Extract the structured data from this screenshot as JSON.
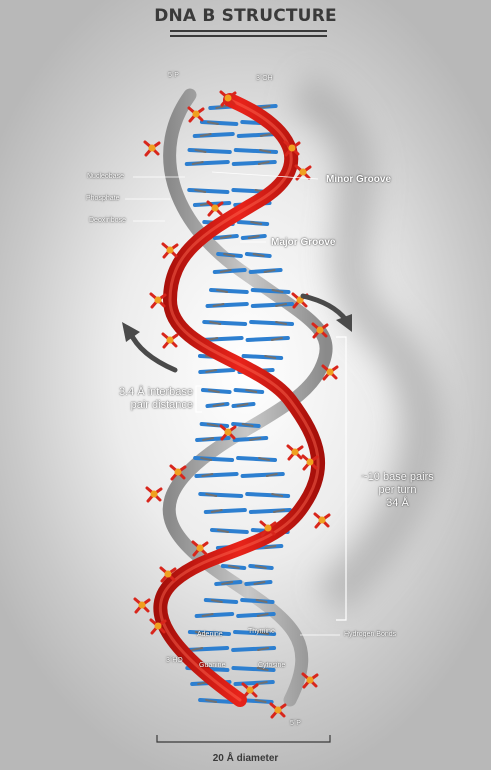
{
  "title": "DNA B STRUCTURE",
  "strand_ends": {
    "top_left": "5´P",
    "top_right": "3´OH",
    "bottom_left": "3´HO",
    "bottom_right": "5´P"
  },
  "labels": {
    "nucleobase": "Nucleobase",
    "phosphate": "Phosphate",
    "deoxiribose": "Deoxiribose",
    "minor_groove": "Minor Groove",
    "major_groove": "Major Groove",
    "interbase_line1": "3.4 Å interbase",
    "interbase_line2": "pair distance",
    "per_turn_line1": "~10 base pairs",
    "per_turn_line2": "per turn",
    "per_turn_line3": "34 Å",
    "hydrogen_bonds": "Hydrogen Bonds",
    "adenine": "Adenine",
    "thymine": "Thymine",
    "guanine": "Guanine",
    "cytosine": "Cytosine",
    "diameter": "20 Å diameter"
  },
  "colors": {
    "backbone_red": "#d01a12",
    "backbone_gray": "#9a9a9a",
    "phosphorus": "#f0a020",
    "oxygen": "#d8261c",
    "nitrogen": "#2d7fd0",
    "carbon": "#707070",
    "annotation": "#ffffff",
    "title": "#3a3a3a"
  }
}
